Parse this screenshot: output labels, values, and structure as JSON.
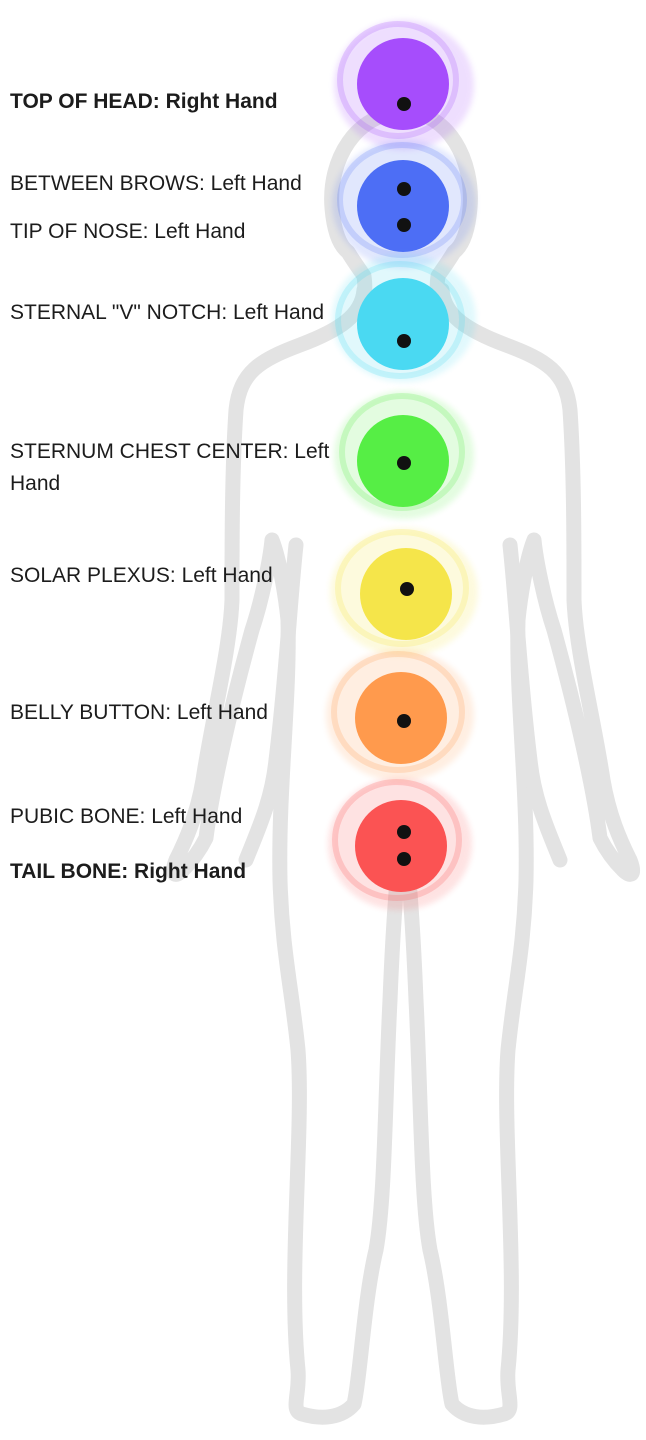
{
  "labels": {
    "top_of_head": "TOP OF HEAD: Right Hand",
    "between_brows": "BETWEEN BROWS: Left Hand",
    "tip_of_nose": "TIP OF NOSE: Left Hand",
    "sternal_notch": "STERNAL \"V\" NOTCH: Left Hand",
    "sternum_chest_center": "STERNUM CHEST CENTER: Left Hand",
    "solar_plexus": "SOLAR PLEXUS: Left Hand",
    "belly_button": "BELLY BUTTON: Left Hand",
    "pubic_bone": "PUBIC BONE: Left Hand",
    "tail_bone": "TAIL BONE: Right Hand"
  },
  "colors": {
    "crown": "#a64dfc",
    "third_eye": "#4d6ef5",
    "throat": "#4ad9f2",
    "heart": "#56ee45",
    "solar_plexus": "#f5e54a",
    "sacral": "#ff9a4d",
    "root": "#fb5353",
    "body_outline": "#e3e3e3",
    "point_dot": "#111111"
  },
  "icons": {
    "body": "human-body-outline-icon",
    "marker": "touch-point-dot-icon"
  }
}
